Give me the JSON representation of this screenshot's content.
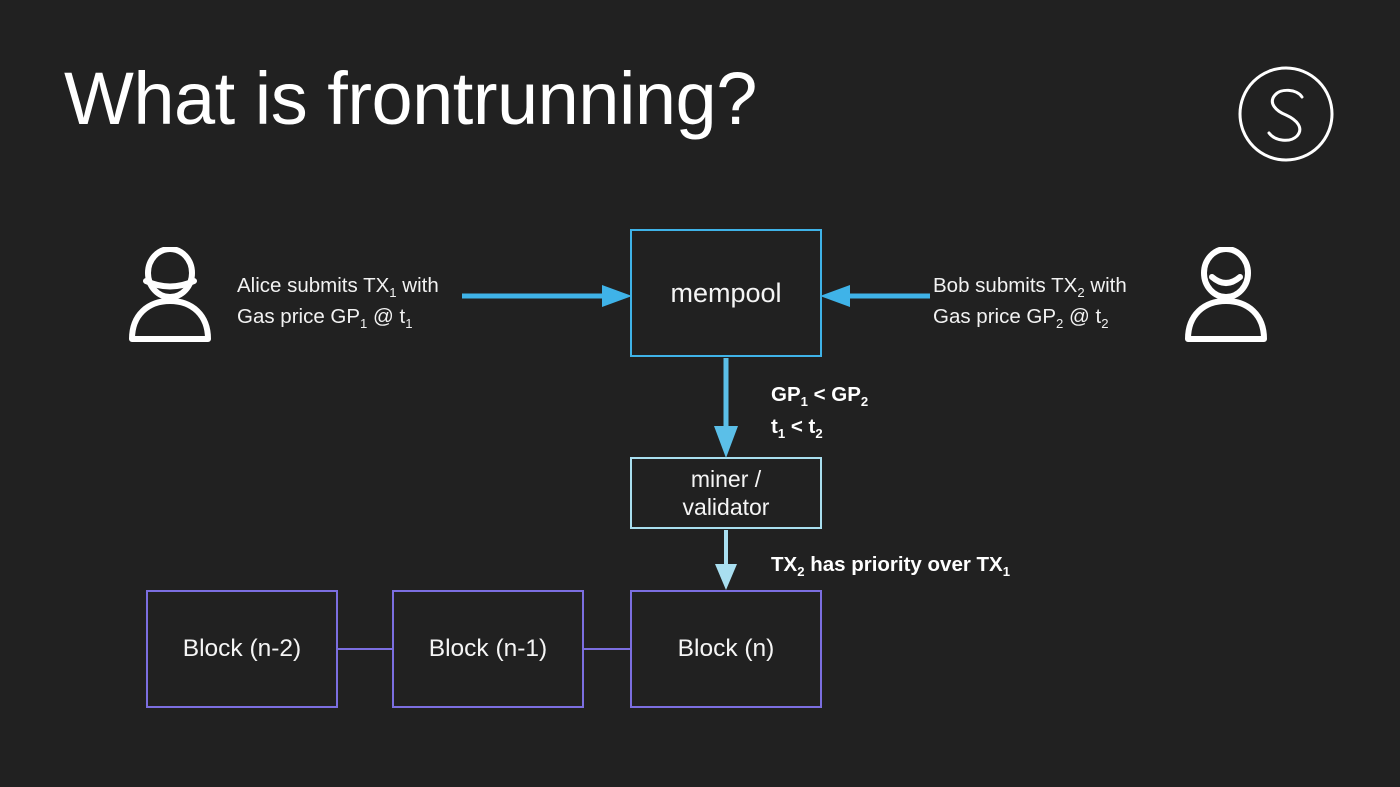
{
  "slide": {
    "title": "What is frontrunning?",
    "background_color": "#212121",
    "logo_letter": "S",
    "logo_name": "circle-s-logo"
  },
  "actors": [
    {
      "id": "alice",
      "icon": "person-icon",
      "caption_line1_pre": "Alice submits TX",
      "caption_line1_sub": "1",
      "caption_line1_post": " with",
      "caption_line2_pre": "Gas price GP",
      "caption_line2_sub1": "1",
      "caption_line2_mid": " @ t",
      "caption_line2_sub2": "1"
    },
    {
      "id": "bob",
      "icon": "person-icon",
      "caption_line1_pre": "Bob submits TX",
      "caption_line1_sub": "2",
      "caption_line1_post": " with",
      "caption_line2_pre": "Gas price GP",
      "caption_line2_sub1": "2",
      "caption_line2_mid": " @ t",
      "caption_line2_sub2": "2"
    }
  ],
  "nodes": {
    "mempool": {
      "label": "mempool",
      "border_color": "#3fb3e8"
    },
    "miner": {
      "label_line1": "miner /",
      "label_line2": "validator",
      "border_color": "#a9dff0"
    }
  },
  "blocks": {
    "border_color": "#7b6ee0",
    "items": [
      {
        "label": "Block (n-2)"
      },
      {
        "label": "Block (n-1)"
      },
      {
        "label": "Block (n)"
      }
    ]
  },
  "arrows": {
    "alice_to_mempool": {
      "direction": "right",
      "color": "#3fb3e8"
    },
    "bob_to_mempool": {
      "direction": "left",
      "color": "#3fb3e8"
    },
    "mempool_to_miner": {
      "direction": "down",
      "color": "#5bbfe8"
    },
    "miner_to_block": {
      "direction": "down",
      "color": "#a9dff0"
    }
  },
  "annotations": {
    "gas_compare": {
      "line1_pre": "GP",
      "line1_sub1": "1",
      "line1_mid": " < GP",
      "line1_sub2": "2",
      "line2_pre": "t",
      "line2_sub1": "1",
      "line2_mid": " <  t",
      "line2_sub2": "2"
    },
    "priority": {
      "pre": "TX",
      "sub1": "2",
      "mid": " has priority over TX",
      "sub2": "1"
    }
  }
}
